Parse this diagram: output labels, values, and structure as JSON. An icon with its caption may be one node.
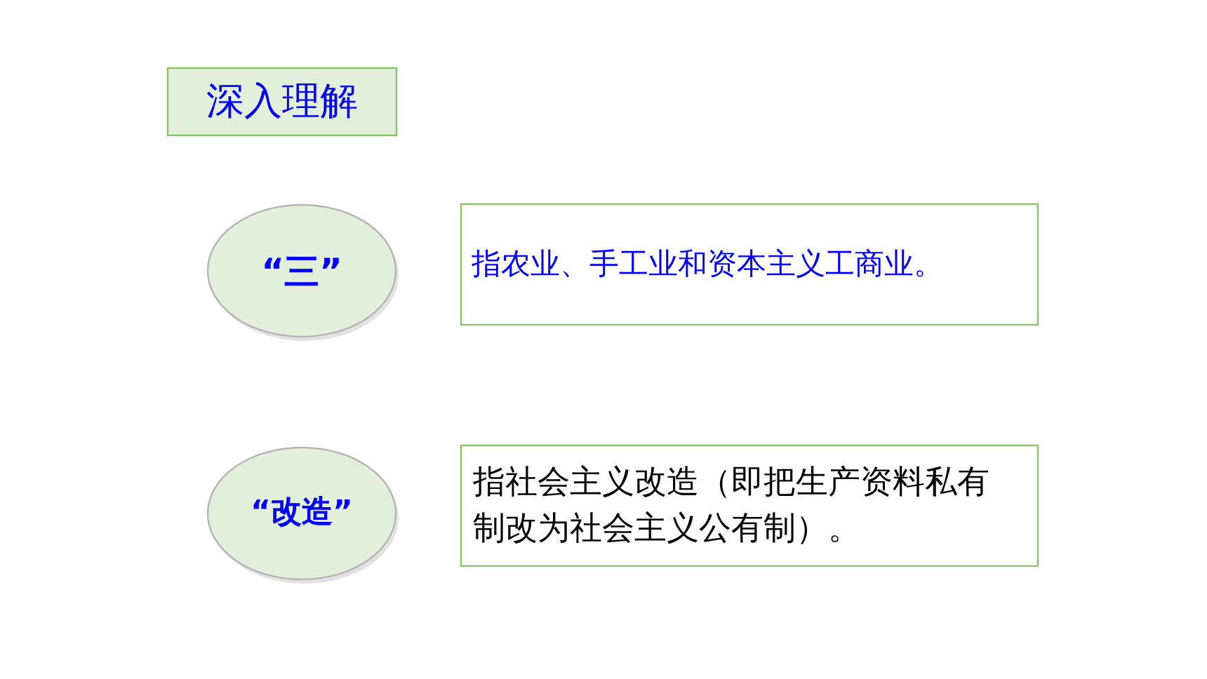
{
  "diagram": {
    "nodes": [
      {
        "text": [
          "深入理解"
        ]
      },
      {
        "text": [
          "“三”"
        ]
      },
      {
        "text": [
          "指农业、手工业和资本主义工商业。"
        ]
      },
      {
        "text": [
          "“改造”"
        ]
      },
      {
        "text": [
          "指社会主义改造（即把生产资料私有制改为社会主义公有制）。"
        ]
      }
    ]
  }
}
